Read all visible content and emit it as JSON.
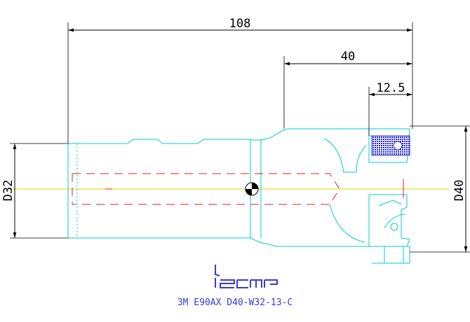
{
  "dimensions": {
    "overall_length": "108",
    "head_length": "40",
    "insert_length": "12.5",
    "shank_diameter": "D32",
    "cutting_diameter": "D40"
  },
  "logo_text": "iscar",
  "caption": "3M E90AX D40-W32-13-C",
  "colors": {
    "outline": "#00cccc",
    "hidden_lines": "#e02020",
    "center_line": "#e8d000",
    "insert": "#2828d0",
    "logo": "#3a3ad8",
    "caption": "#3a3ad8",
    "dimensions": "#000000"
  }
}
